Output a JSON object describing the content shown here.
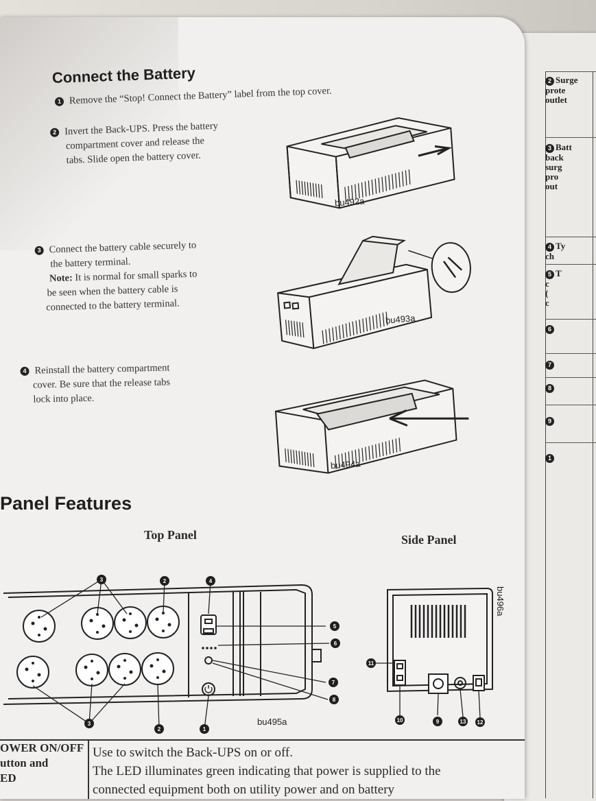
{
  "section_battery": {
    "title": "Connect the Battery",
    "steps": [
      {
        "num": "1",
        "text": "Remove the “Stop! Connect the Battery” label from the top cover."
      },
      {
        "num": "2",
        "lines": [
          "Invert the Back-UPS. Press the battery",
          "compartment cover and release the",
          "tabs. Slide open the battery cover."
        ]
      },
      {
        "num": "3",
        "lines": [
          "Connect the battery cable securely to",
          "the battery terminal."
        ],
        "note_label": "Note:",
        "note_lines": [
          " It is normal for small sparks to",
          "be seen when the battery cable is",
          "connected to the battery terminal."
        ]
      },
      {
        "num": "4",
        "lines": [
          "Reinstall the battery compartment",
          "cover. Be sure that the release tabs",
          "lock into place."
        ]
      }
    ],
    "figures": [
      "bu492a",
      "bu493a",
      "bu494a"
    ]
  },
  "section_panel": {
    "title": "Panel Features",
    "top_panel_label": "Top Panel",
    "side_panel_label": "Side Panel",
    "top_panel_figure": "bu495a",
    "side_panel_figure": "bu496a",
    "top_callouts": [
      "3",
      "2",
      "4",
      "5",
      "6",
      "7",
      "8",
      "3",
      "2",
      "1"
    ],
    "side_callouts": [
      "11",
      "10",
      "9",
      "13",
      "12"
    ]
  },
  "table": {
    "row1_label_lines": [
      "OWER ON/OFF",
      "utton and",
      "ED"
    ],
    "row1_text_lines": [
      "Use to switch the Back-UPS on or off.",
      "The LED illuminates green indicating that power is supplied to the",
      "connected equipment both on utility power and on battery"
    ]
  },
  "right_page": {
    "rows": [
      {
        "num": "2",
        "text": "Surge\nprote\noutlet"
      },
      {
        "num": "3",
        "text": "Batt\nback\nsurg\npro\nout"
      },
      {
        "num": "4",
        "text": "Ty\nch"
      },
      {
        "num": "5",
        "text": "T\nc\n(\nc"
      },
      {
        "num": "6",
        "text": ""
      },
      {
        "num": "7",
        "text": ""
      },
      {
        "num": "8",
        "text": ""
      },
      {
        "num": "9",
        "text": ""
      },
      {
        "num": "1",
        "text": ""
      }
    ]
  }
}
